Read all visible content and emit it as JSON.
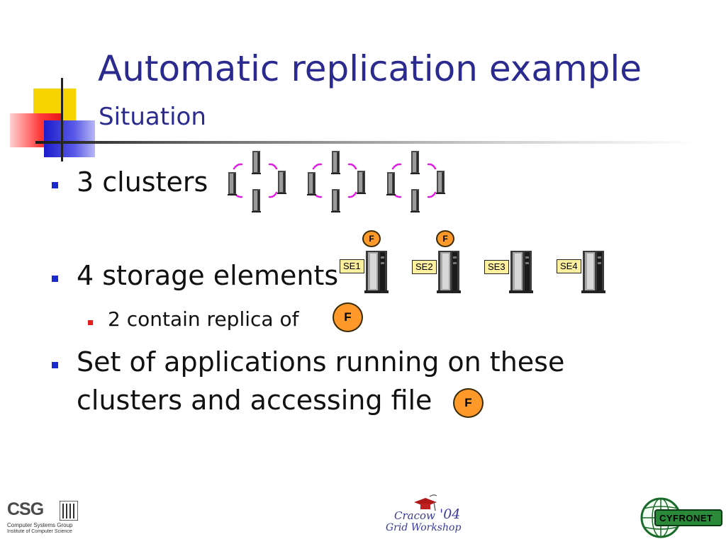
{
  "slide": {
    "title": "Automatic replication example",
    "subtitle": "Situation"
  },
  "bullets": {
    "b1": "3 clusters",
    "b2": "4 storage elements",
    "b2_sub": "2 contain replica of",
    "b3_line1": "Set of applications running on these",
    "b3_line2": "clusters and accessing file"
  },
  "file_marker": "F",
  "storage_elements": [
    "SE1",
    "SE2",
    "SE3",
    "SE4"
  ],
  "footer": {
    "csg": {
      "logo": "CSG",
      "line1": "Computer Systems Group",
      "line2": "Institute of Computer Science"
    },
    "workshop": {
      "name1": "Cracow",
      "year": "'04",
      "name2": "Grid Workshop"
    },
    "cyfronet": "CYFRONET"
  },
  "colors": {
    "title": "#2b2b8f",
    "bullet": "#1a2acd",
    "sub_bullet": "#e02020",
    "file_circle": "#ff9a2a",
    "se_label": "#fff0a0",
    "cluster_ring": "#e020e0"
  }
}
